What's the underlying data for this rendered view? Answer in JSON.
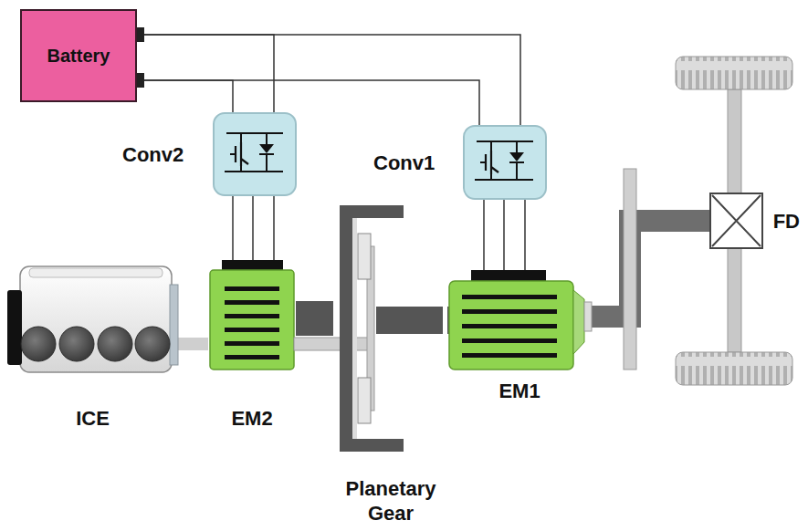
{
  "diagram": {
    "nodes": [
      {
        "text": [
          "Battery"
        ]
      },
      {
        "text": [
          "Conv2"
        ]
      },
      {
        "text": [
          "Conv1"
        ]
      },
      {
        "text": [
          "ICE"
        ]
      },
      {
        "text": [
          "EM2"
        ]
      },
      {
        "text": [
          "Planetary Gear"
        ]
      },
      {
        "text": [
          "EM1"
        ]
      },
      {
        "text": [
          "FD"
        ]
      }
    ],
    "edges": [
      {
        "from": 0,
        "to": 1,
        "arrow": "none"
      },
      {
        "from": 0,
        "to": 2,
        "arrow": "none"
      },
      {
        "from": 1,
        "to": 4,
        "arrow": "none"
      },
      {
        "from": 2,
        "to": 6,
        "arrow": "none"
      },
      {
        "from": 3,
        "to": 4,
        "arrow": "none"
      },
      {
        "from": 4,
        "to": 5,
        "arrow": "none"
      },
      {
        "from": 5,
        "to": 6,
        "arrow": "none"
      },
      {
        "from": 6,
        "to": 7,
        "arrow": "none"
      }
    ]
  }
}
